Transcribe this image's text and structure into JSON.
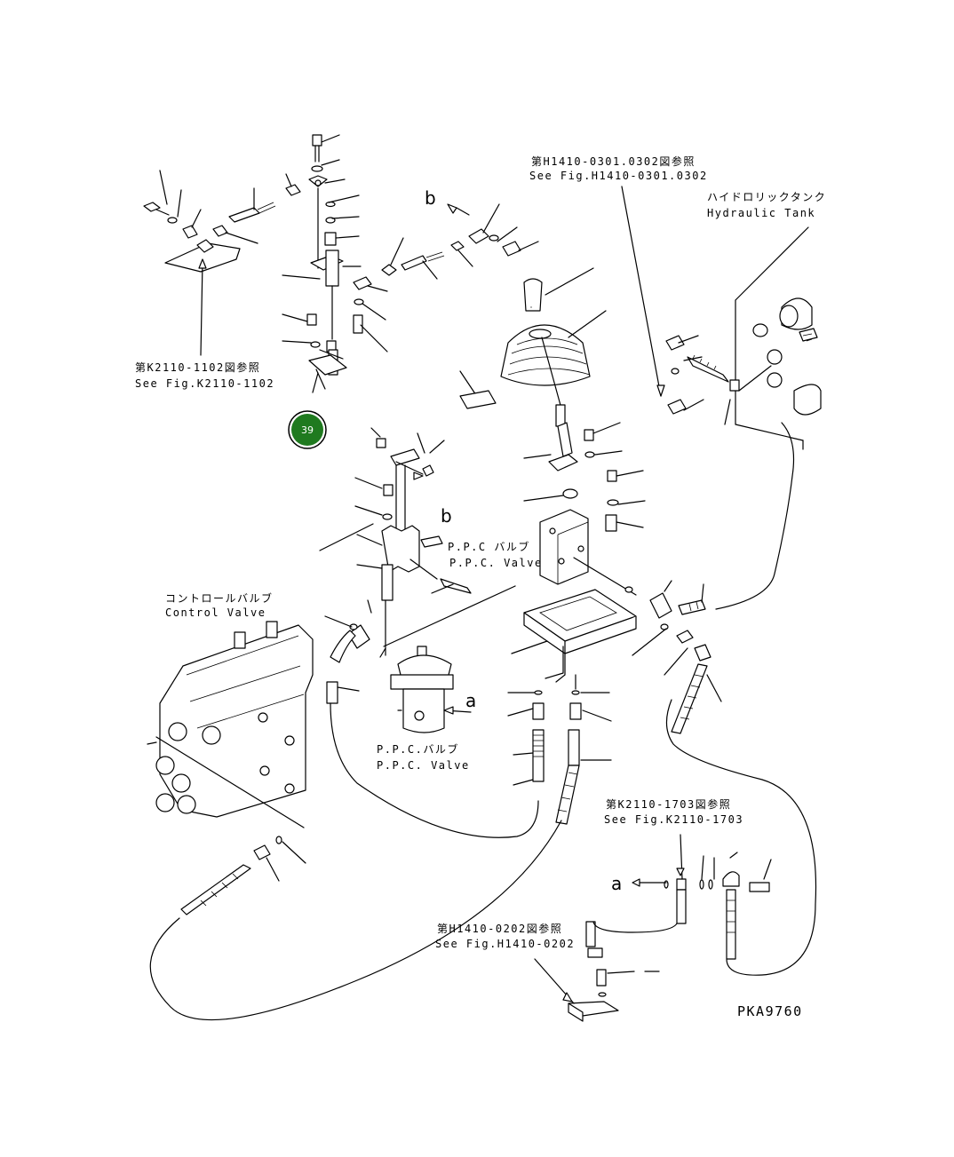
{
  "diagram": {
    "refs": {
      "h1410_0301_jp": "第H1410-0301.0302図参照",
      "h1410_0301_en": "See Fig.H1410-0301.0302",
      "k2110_1102_jp": "第K2110-1102図参照",
      "k2110_1102_en": "See Fig.K2110-1102",
      "k2110_1703_jp": "第K2110-1703図参照",
      "k2110_1703_en": "See Fig.K2110-1703",
      "h1410_0202_jp": "第H1410-0202図参照",
      "h1410_0202_en": "See Fig.H1410-0202"
    },
    "components": {
      "hydraulic_tank_jp": "ハイドロリックタンク",
      "hydraulic_tank_en": "Hydraulic Tank",
      "ppc_valve_jp_1": "P.P.C バルブ",
      "ppc_valve_en_1": "P.P.C. Valve",
      "ppc_valve_jp_2": "P.P.C.バルブ",
      "ppc_valve_en_2": "P.P.C. Valve",
      "control_valve_jp": "コントロールバルブ",
      "control_valve_en": "Control Valve"
    },
    "connectors": {
      "b_top": "b",
      "b_mid": "b",
      "a_mid": "a",
      "a_bottom": "a"
    },
    "badge": {
      "number": "39",
      "color": "#1f7a1f"
    },
    "drawing_code": "PKA9760"
  }
}
